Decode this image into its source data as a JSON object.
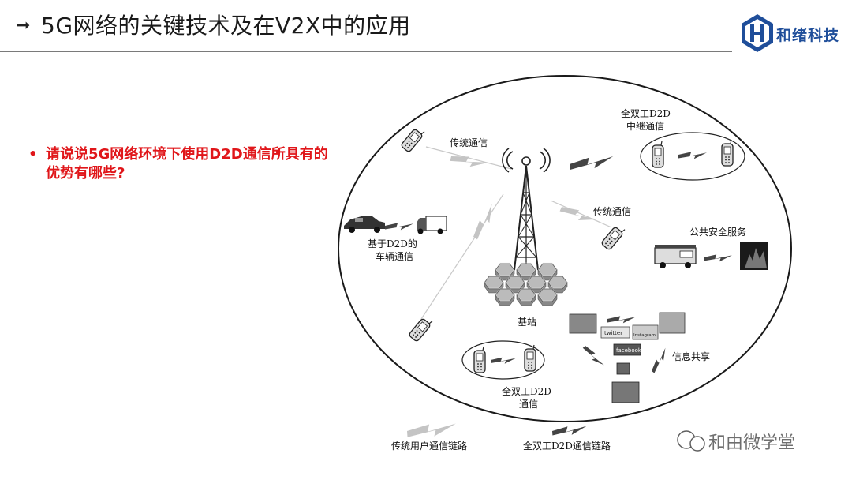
{
  "header": {
    "arrow": "➞",
    "title": "5G网络的关键技术及在V2X中的应用",
    "logo_text": "和绪科技",
    "logo_letter": "H"
  },
  "question": {
    "bullet": "•",
    "text": "请说说5G网络环境下使用D2D通信所具有的优势有哪些?"
  },
  "diagram": {
    "labels": {
      "traditional_left": "传统通信",
      "relay_line1": "全双工D2D",
      "relay_line2": "中继通信",
      "traditional_right": "传统通信",
      "vehicle_line1": "基于D2D的",
      "vehicle_line2": "车辆通信",
      "public_safety": "公共安全服务",
      "base_station": "基站",
      "info_share": "信息共享",
      "fd_line1": "全双工D2D",
      "fd_line2": "通信"
    },
    "thumb_labels": {
      "twitter": "twitter",
      "instagram": "Instagram",
      "facebook": "facebook"
    },
    "legend": {
      "traditional_link": "传统用户通信链路",
      "full_duplex_link": "全双工D2D通信链路"
    }
  },
  "watermark": {
    "text": "和由微学堂"
  },
  "colors": {
    "title": "#1a1a1a",
    "question": "#e0161a",
    "logo": "#1f4e9a",
    "rule": "#7a7a7a"
  }
}
